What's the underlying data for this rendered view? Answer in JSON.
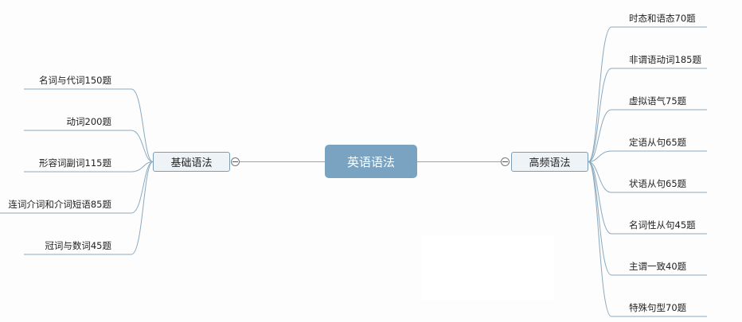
{
  "root": {
    "label": "英语语法"
  },
  "left_branch": {
    "label": "基础语法",
    "items": [
      "名词与代词150题",
      "动词200题",
      "形容词副词115题",
      "连词介词和介词短语85题",
      "冠词与数词45题"
    ]
  },
  "right_branch": {
    "label": "高频语法",
    "items": [
      "时态和语态70题",
      "非谓语动词185题",
      "虚拟语气75题",
      "定语从句65题",
      "状语从句65题",
      "名词性从句45题",
      "主谓一致40题",
      "特殊句型70题"
    ]
  },
  "colors": {
    "line": "#8aa9bf",
    "root_fill": "#7aa3c1",
    "branch_fill": "#eef3f7",
    "branch_border": "#7b9db5"
  }
}
